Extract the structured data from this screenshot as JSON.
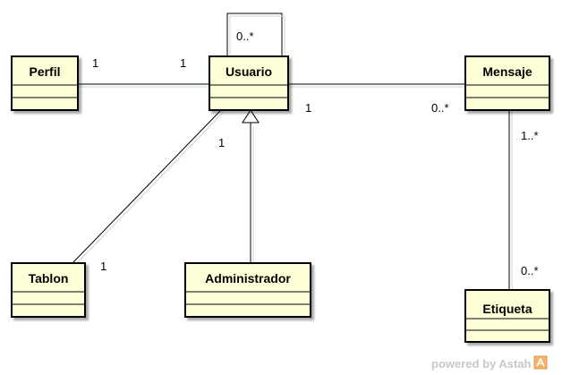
{
  "diagram": {
    "classes": {
      "perfil": {
        "name": "Perfil"
      },
      "usuario": {
        "name": "Usuario"
      },
      "mensaje": {
        "name": "Mensaje"
      },
      "tablon": {
        "name": "Tablon"
      },
      "administrador": {
        "name": "Administrador"
      },
      "etiqueta": {
        "name": "Etiqueta"
      }
    },
    "multiplicities": {
      "perfil_end": "1",
      "usuario_perfil_end": "1",
      "usuario_self": "0..*",
      "usuario_mensaje_end": "1",
      "mensaje_usuario_end": "0..*",
      "usuario_tablon_end": "1",
      "tablon_end": "1",
      "mensaje_etiqueta_end": "1..*",
      "etiqueta_end": "0..*"
    },
    "colors": {
      "class_fill": "#ffffd7",
      "class_border": "#000000",
      "line": "#000000"
    },
    "watermark": {
      "text": "powered by Astah",
      "logo_icon": "astah-logo-icon"
    }
  }
}
